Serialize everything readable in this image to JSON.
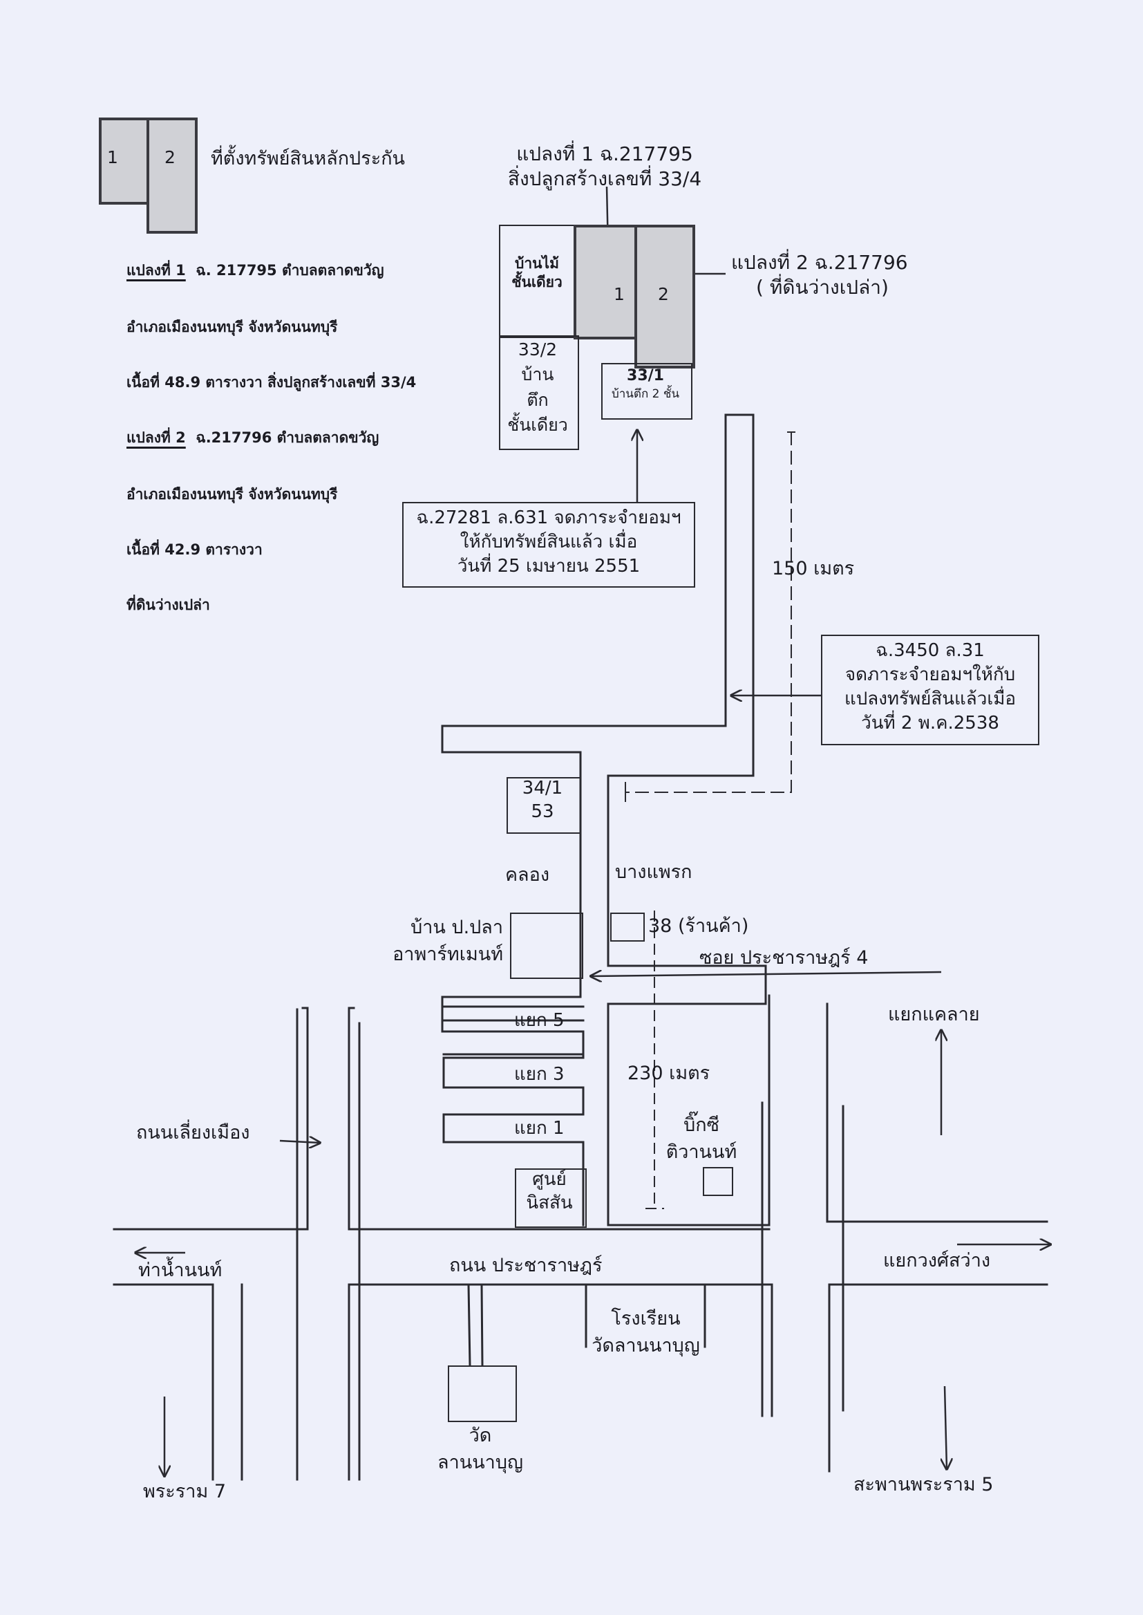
{
  "legend": {
    "plot1": "1",
    "plot2": "2",
    "title": "ที่ตั้งทรัพย์สินหลักประกัน"
  },
  "details": {
    "line1_label": "แปลงที่ 1",
    "line1_rest": "ฉ. 217795  ตำบลตลาดขวัญ",
    "line2": "อำเภอเมืองนนทบุรี   จังหวัดนนทบุรี",
    "line3": "เนื้อที่  48.9 ตารางวา สิ่งปลูกสร้างเลขที่ 33/4",
    "line4_label": "แปลงที่ 2",
    "line4_rest": "ฉ.217796  ตำบลตลาดขวัญ",
    "line5": "อำเภอเมืองนนทบุรี   จังหวัดนนทบุรี",
    "line6": "เนื้อที่  42.9 ตารางวา",
    "line7": "ที่ดินว่างเปล่า"
  },
  "plots": {
    "plot1_title1": "แปลงที่ 1 ฉ.217795",
    "plot1_title2": "สิ่งปลูกสร้างเลขที่ 33/4",
    "plot2_title1": "แปลงที่ 2 ฉ.217796",
    "plot2_title2": "( ที่ดินว่างเปล่า)",
    "wood_house_1": "บ้านไม้",
    "wood_house_2": "ชั้นเดียว",
    "num1": "1",
    "num2": "2",
    "h332_1": "33/2",
    "h332_2": "บ้าน",
    "h332_3": "ตึก",
    "h332_4": "ชั้นเดียว",
    "h331_1": "33/1",
    "h331_2": "บ้านตึก 2 ชั้น"
  },
  "notes": {
    "servitude1_1": "ฉ.27281 ล.631 จดภาระจำยอมฯ",
    "servitude1_2": "ให้กับทรัพย์สินแล้ว เมื่อ",
    "servitude1_3": "วันที่  25 เมษายน 2551",
    "servitude2_1": "ฉ.3450 ล.31",
    "servitude2_2": "จดภาระจำยอมฯให้กับ",
    "servitude2_3": "แปลงทรัพย์สินแล้วเมื่อ",
    "servitude2_4": "วันที่  2 พ.ค.2538"
  },
  "labels": {
    "dist150": "150 เมตร",
    "h341_1": "34/1",
    "h341_2": "53",
    "canal": "คลอง",
    "bangphrak": "บางแพรก",
    "apartment_1": "บ้าน ป.ปลา",
    "apartment_2": "อาพาร์ทเมนท์",
    "shop": "38 (ร้านค้า)",
    "soi": "ซอย ประชาราษฎร์ 4",
    "yaek5": "แยก 5",
    "yaek3": "แยก 3",
    "yaek1": "แยก 1",
    "dist230": "230 เมตร",
    "bigc_1": "บิ๊กซี",
    "bigc_2": "ติวานนท์",
    "nissan_1": "ศูนย์",
    "nissan_2": "นิสสัน",
    "bypass_road": "ถนนเลี่ยงเมือง",
    "yaek_khae_lai": "แยกแคลาย",
    "tha_nam_non": "ท่าน้ำนนท์",
    "pracharat_road": "ถนน ประชาราษฎร์",
    "yaek_wong_sawang": "แยกวงศ์สว่าง",
    "school_1": "โรงเรียน",
    "school_2": "วัดลานนาบุญ",
    "temple_1": "วัด",
    "temple_2": "ลานนาบุญ",
    "rama7": "พระราม 7",
    "rama5": "สะพานพระราม 5"
  }
}
